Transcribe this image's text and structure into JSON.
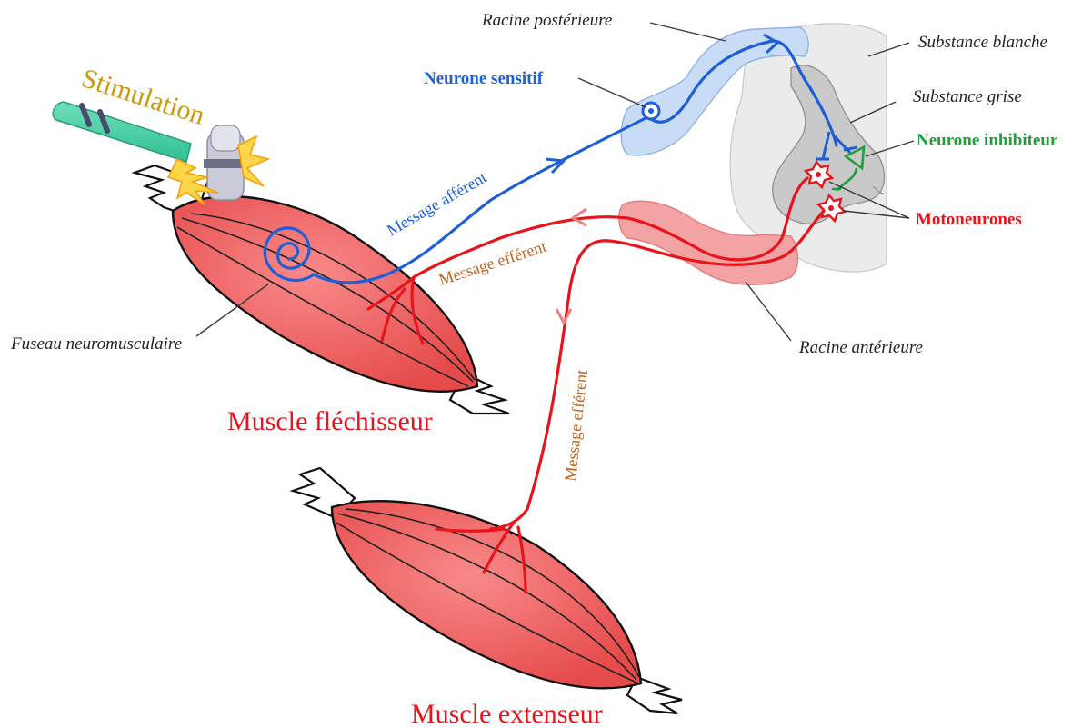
{
  "labels": {
    "stimulation": "Stimulation",
    "neurone_sensitif": "Neurone sensitif",
    "racine_posterieure": "Racine postérieure",
    "substance_blanche": "Substance blanche",
    "substance_grise": "Substance grise",
    "neurone_inhibiteur": "Neurone inhibiteur",
    "motoneurones": "Motoneurones",
    "racine_anterieure": "Racine antérieure",
    "fuseau": "Fuseau neuromusculaire",
    "message_afferent": "Message afférent",
    "message_efferent_1": "Message efférent",
    "message_efferent_2": "Message efférent",
    "muscle_flechisseur": "Muscle fléchisseur",
    "muscle_extenseur": "Muscle extenseur"
  },
  "colors": {
    "sensory": "#1f5fd6",
    "motor": "#e8141c",
    "inhibitor": "#1f9e3a",
    "message_text": "#c0641e",
    "stimulation_text": "#c99a10",
    "muscle_fill": "#ef5f5f",
    "posterior_root": "#c9dcf5",
    "anterior_root": "#f3a3a3",
    "white_matter": "#ebebeb",
    "grey_matter": "#c9c9c9"
  },
  "icons": {
    "electrode": "stimulation-electrode-icon",
    "spark": "spark-icon",
    "spindle": "spiral-spindle-icon"
  }
}
